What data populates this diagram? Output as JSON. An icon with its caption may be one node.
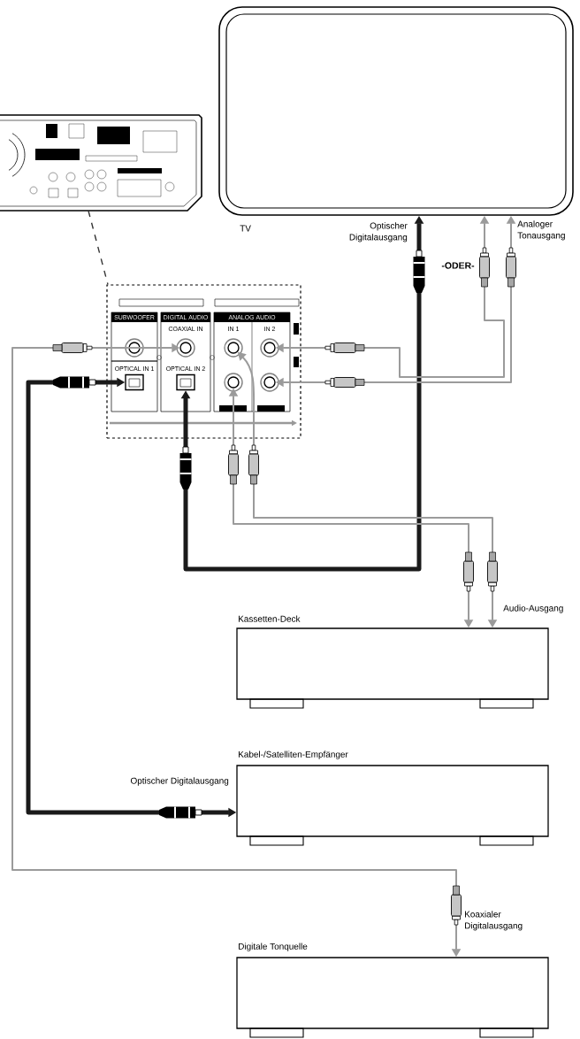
{
  "diagram": {
    "nodes": [
      {
        "text": [],
        "shape": "picture"
      },
      {
        "text": [],
        "shape": "box"
      },
      {
        "text": [],
        "shape": "circle",
        "in": 1,
        "beside": [
          "COAXIAL IN"
        ]
      },
      {
        "text": [],
        "shape": "circle",
        "in": 1,
        "beside": [
          "IN 1"
        ]
      },
      {
        "text": [],
        "shape": "circle",
        "in": 1,
        "beside": [
          "IN 2"
        ]
      },
      {
        "text": [],
        "shape": "box",
        "in": 1,
        "beside": [
          "OPTICAL IN 1"
        ]
      },
      {
        "text": [],
        "shape": "box",
        "in": 1,
        "beside": [
          "OPTICAL IN 2"
        ]
      },
      {
        "text": [],
        "shape": "circle",
        "in": 1
      },
      {
        "text": [],
        "shape": "circle",
        "in": 1
      },
      {
        "text": [
          "TV"
        ],
        "beside": [
          "Optischer Digitalausgang",
          "Analoger Tonausgang"
        ]
      },
      {
        "text": [
          "Kassetten-Deck"
        ],
        "beside": [
          "Audio-Ausgang"
        ]
      },
      {
        "text": [
          "Kabel-/Satelliten-Empfänger"
        ],
        "beside": [
          "Optischer Digitalausgang"
        ]
      },
      {
        "text": [
          "Digitale Tonquelle"
        ],
        "beside": [
          "Koaxialer Digitalausgang"
        ]
      }
    ],
    "edges": [
      {
        "from": 0,
        "to": 1,
        "arrow": "none",
        "style": "dashed",
        "color": "#333333"
      },
      {
        "from": 9,
        "to": 6,
        "arrow": "both",
        "style": "thick",
        "color": "#1a1a1a"
      },
      {
        "from": 9,
        "to": 4,
        "arrow": "both"
      },
      {
        "from": 9,
        "to": 8,
        "arrow": "both"
      },
      {
        "from": 10,
        "to": 3,
        "arrow": "both"
      },
      {
        "from": 10,
        "to": 7,
        "arrow": "both"
      },
      {
        "from": 11,
        "to": 5,
        "arrow": "both",
        "style": "thick",
        "color": "#1a1a1a"
      },
      {
        "from": 12,
        "to": 2,
        "arrow": "both"
      }
    ],
    "labels": [
      "-ODER-",
      "SUBWOOFER",
      "DIGITAL AUDIO",
      "ANALOG AUDIO"
    ]
  }
}
